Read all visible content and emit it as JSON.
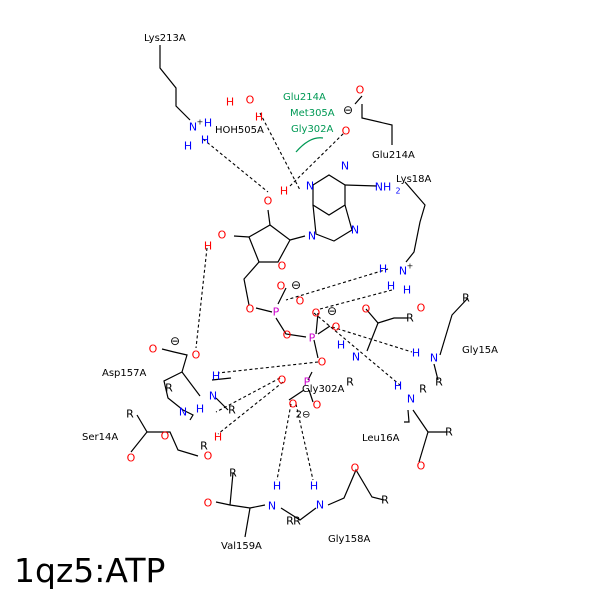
{
  "title": "1qz5:ATP",
  "atom_labels": {
    "O": "O",
    "N": "N",
    "H": "H",
    "P": "P",
    "R": "R",
    "NH": "NH",
    "sub2": "2",
    "plus": "+",
    "minus": "⊖",
    "charge_2": "2⊖"
  },
  "residues": {
    "lys213": "Lys213A",
    "hoh505": "HOH505A",
    "glu214_a": "Glu214A",
    "met305": "Met305A",
    "gly302_a": "Gly302A",
    "glu214_b": "Glu214A",
    "lys18": "Lys18A",
    "gly15": "Gly15A",
    "asp157": "Asp157A",
    "gly302_b": "Gly302A",
    "ser14": "Ser14A",
    "leu16": "Leu16A",
    "val159": "Val159A",
    "gly158": "Gly158A"
  },
  "colors": {
    "oxygen": "#ff0000",
    "nitrogen": "#0000ff",
    "phosphorus": "#cc00cc",
    "hydrophobic_label": "#009955",
    "bond": "#000000"
  }
}
